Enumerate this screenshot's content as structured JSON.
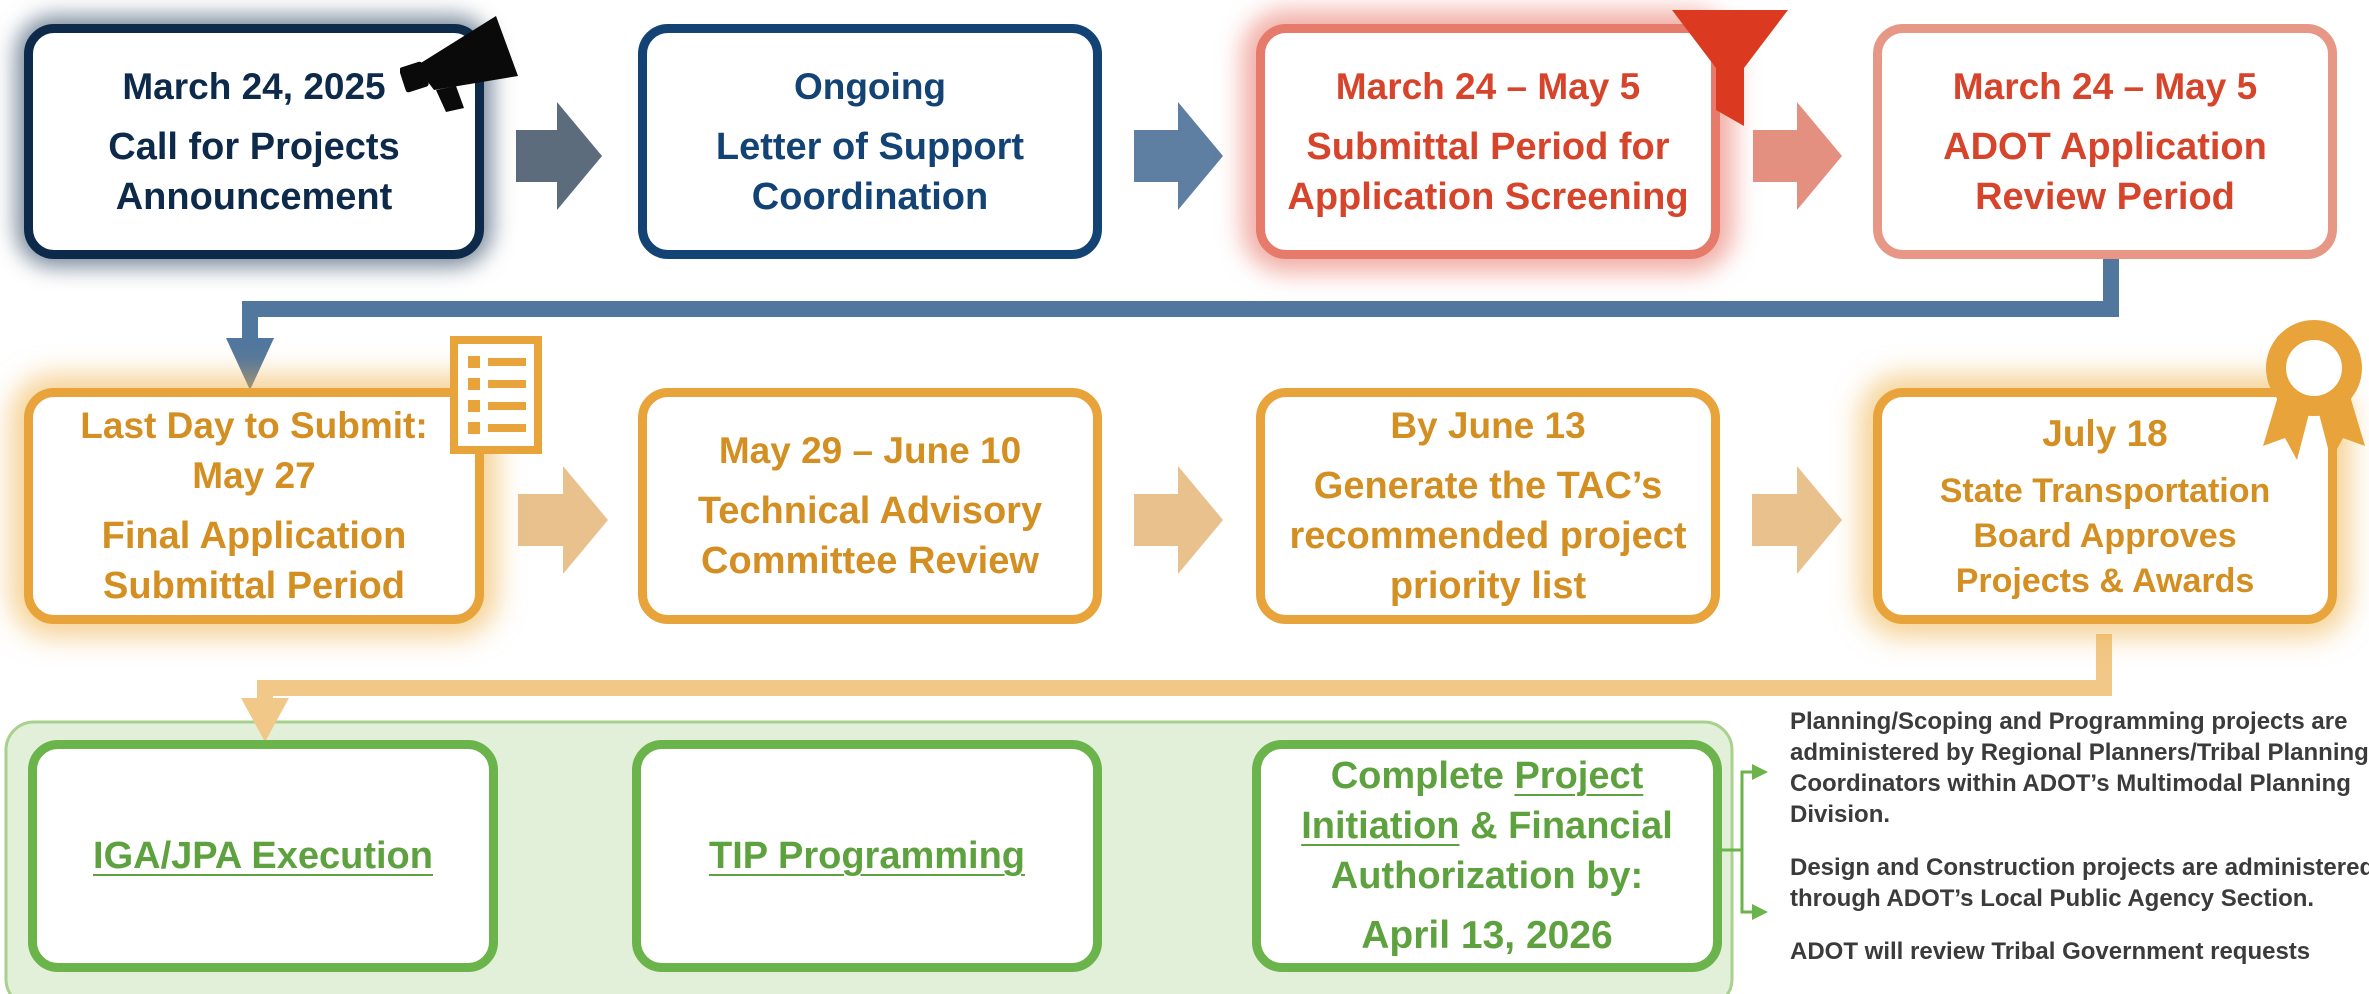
{
  "row1": [
    {
      "date": "March 24, 2025",
      "title_line1": "Call for Projects",
      "title_line2": "Announcement",
      "icon": "megaphone-icon"
    },
    {
      "date": "Ongoing",
      "title_line1": "Letter of Support",
      "title_line2": "Coordination"
    },
    {
      "date": "March 24 – May 5",
      "title_line1": "Submittal Period for",
      "title_line2": "Application Screening",
      "icon": "filter-icon"
    },
    {
      "date": "March 24 – May 5",
      "title_line1": "ADOT Application",
      "title_line2": "Review Period"
    }
  ],
  "row2": [
    {
      "line1": "Last Day to Submit:",
      "line2": "May 27",
      "line3": "Final Application",
      "line4": "Submittal Period",
      "icon": "checklist-icon"
    },
    {
      "date": "May 29 – June 10",
      "title_line1": "Technical Advisory",
      "title_line2": "Committee Review"
    },
    {
      "date": "By June 13",
      "title_line1": "Generate the TAC’s",
      "title_line2": "recommended project",
      "title_line3": "priority list"
    },
    {
      "date": "July 18",
      "title_line1": "State Transportation",
      "title_line2": "Board Approves",
      "title_line3": "Projects & Awards",
      "icon": "award-ribbon-icon"
    }
  ],
  "row3": [
    {
      "link": "IGA/JPA Execution"
    },
    {
      "link": "TIP Programming"
    },
    {
      "line1_pre": "Complete ",
      "line1_link": "Project",
      "line2_link": "Initiation",
      "line2_post": " & Financial",
      "line3": "Authorization by:",
      "date": "April 13, 2026"
    }
  ],
  "notes": [
    "Planning/Scoping and Programming projects are administered by Regional Planners/Tribal Planning Coordinators within ADOT’s Multimodal Planning Division.",
    "Design and Construction projects are administered through ADOT’s Local Public Agency Section.",
    "ADOT will review Tribal Government requests"
  ],
  "colors": {
    "navy": "#0d2a4b",
    "blue": "#134375",
    "red": "#d6442b",
    "salmon": "#e79785",
    "gold": "#e8a33a",
    "green": "#6bb34b",
    "panel_green": "#e2f0d9"
  }
}
